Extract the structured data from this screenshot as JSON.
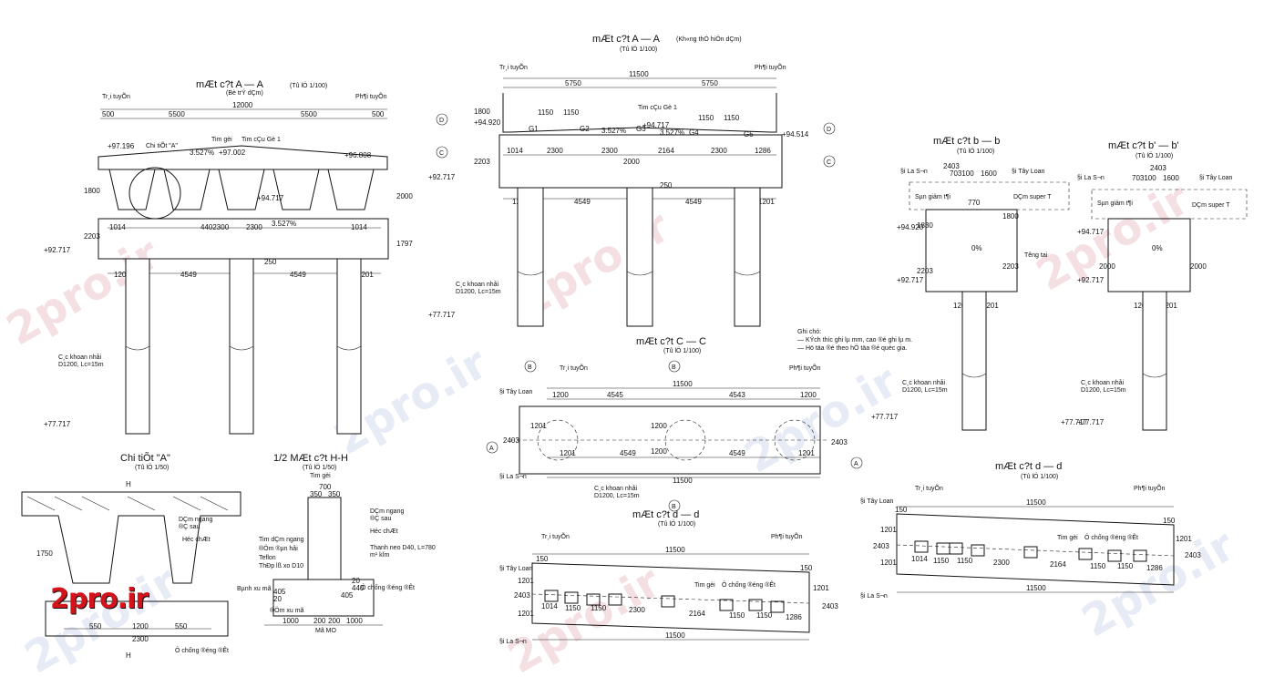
{
  "watermark": {
    "text": "2pro.ir"
  },
  "logo": {
    "text": "2pro.ir"
  },
  "views": {
    "aa_left": {
      "title": "mÆt c?t A — A",
      "scale": "(Tû lÖ 1/100)",
      "subtitle": "(Bè trÝ dÇm)",
      "left_dir": "Tr¸i tuyÕn",
      "right_dir": "Ph¶i tuyÕn",
      "dims_top": [
        "500",
        "5500",
        "5500",
        "500"
      ],
      "dim_total": "12000",
      "dims_bottom": [
        "1014",
        "4402300",
        "2300",
        "1014"
      ],
      "elevations": [
        "+97.196",
        "+97.002",
        "+96.808",
        "+94.717",
        "+92.717",
        "+77.717",
        "+77.717"
      ],
      "slopes": [
        "3.527%",
        "3.527%"
      ],
      "notes": [
        "Tim gèi",
        "Tim cÇu Gè 1",
        "Chi tiÕt \"A\""
      ],
      "pile_dims": [
        "1201",
        "4549",
        "4549",
        "1201"
      ],
      "pile_note": [
        "C¸c khoan nhåi",
        "D1200, Lc=15m"
      ],
      "side_dims": [
        "1800",
        "2203",
        "1797",
        "2000",
        "250"
      ]
    },
    "aa_mid": {
      "title": "mÆt c?t A — A",
      "subtitle_inline": "(Kh«ng thÓ hiÖn dÇm)",
      "scale": "(Tû lÖ 1/100)",
      "left_dir": "Tr¸i tuyÕn",
      "right_dir": "Ph¶i tuyÕn",
      "dim_total": "11500",
      "dims_top": [
        "5750",
        "5750"
      ],
      "girders": [
        "G1",
        "G2",
        "G3",
        "G4",
        "G5"
      ],
      "dims_mid": [
        "1150",
        "1150",
        "1150",
        "1150"
      ],
      "dims_bottom": [
        "1014",
        "2300",
        "2300",
        "2164",
        "2300",
        "1286"
      ],
      "elevations": [
        "+94.920",
        "+94.717",
        "+94.514",
        "+92.717",
        "+77.717"
      ],
      "slopes": [
        "3.527%",
        "3.527%"
      ],
      "notes": [
        "Tim cÇu Gè 1"
      ],
      "pile_dims": [
        "1201",
        "4549",
        "4549",
        "1201"
      ],
      "pile_note": [
        "C¸c khoan nhåi",
        "D1200, Lc=15m"
      ],
      "side_dims": [
        "1800",
        "2203",
        "2000",
        "250"
      ],
      "axis_marks": [
        "D",
        "C",
        "D",
        "C"
      ]
    },
    "bb": {
      "title": "mÆt c?t b — b",
      "scale": "(Tû lÖ 1/100)",
      "labels": [
        "§i La S¬n",
        "§i Tây Loan",
        "Sµn giảm t¶i",
        "DÇm super T",
        "T­êng tai"
      ],
      "dims": [
        "2403",
        "703100",
        "1600",
        "1830",
        "2203",
        "1800",
        "2203",
        "1201",
        "1201",
        "770",
        "0%"
      ],
      "elevations": [
        "+94.920",
        "+92.717",
        "+77.717"
      ],
      "pile_note": [
        "C¸c khoan nhåi",
        "D1200, Lc=15m"
      ]
    },
    "bb2": {
      "title": "mÆt c?t b' — b'",
      "scale": "(Tû lÖ 1/100)",
      "labels": [
        "§i La S¬n",
        "§i Tây Loan",
        "Sµn giảm t¶i",
        "DÇm super T"
      ],
      "dims": [
        "2403",
        "703100",
        "1600",
        "2000",
        "2000",
        "1201",
        "1201",
        "0%"
      ],
      "elevations": [
        "+94.717",
        "+92.717",
        "+77.717"
      ],
      "pile_note": [
        "C¸c khoan nhåi",
        "D1200, Lc=15m"
      ]
    },
    "notes": {
      "heading": "Ghi chó:",
      "lines": [
        "— KÝch th­íc ghi lµ mm, cao ®é ghi lµ m.",
        "— Hö täa ®é theo hÖ täa ®é quèc gia."
      ]
    },
    "cc": {
      "title": "mÆt c?t C — C",
      "scale": "(Tû lÖ 1/100)",
      "left_dir": "Tr¸i tuyÕn",
      "right_dir": "Ph¶i tuyÕn",
      "dim_total": "11500",
      "dims_top": [
        "1200",
        "4545",
        "4543",
        "1200"
      ],
      "dims_bottom": [
        "1201",
        "4549",
        "4549",
        "1201"
      ],
      "side_dims": [
        "2403",
        "1201",
        "1200",
        "1200",
        "2403"
      ],
      "side_labels": [
        "§i Tây Loan",
        "§i La S¬n"
      ],
      "axis_marks": [
        "B",
        "B",
        "B",
        "A",
        "A"
      ],
      "pile_note": [
        "C¸c khoan nhåi",
        "D1200, Lc=15m"
      ]
    },
    "dd_bottom": {
      "title": "mÆt c?t d — d",
      "scale": "(Tû lÖ 1/100)",
      "left_dir": "Tr¸i tuyÕn",
      "right_dir": "Ph¶i tuyÕn",
      "dim_total": "11500",
      "dims_bottom": [
        "1014",
        "1150",
        "1150",
        "2300",
        "2164",
        "1150",
        "1150",
        "1286"
      ],
      "side_dims": [
        "150",
        "1201",
        "2403",
        "1201",
        "150",
        "1201",
        "2403"
      ],
      "notes": [
        "Tim gèi",
        "Ô chống ®éng ®Êt"
      ],
      "side_labels": [
        "§i Tây Loan",
        "§i La S¬n"
      ]
    },
    "dd_right": {
      "title": "mÆt c?t d — d",
      "scale": "(Tû lÖ 1/100)",
      "left_dir": "Tr¸i tuyÕn",
      "right_dir": "Ph¶i tuyÕn",
      "dim_total": "11500",
      "dims_bottom": [
        "1014",
        "1150",
        "1150",
        "2300",
        "2164",
        "1150",
        "1150",
        "1286"
      ],
      "side_dims": [
        "150",
        "1201",
        "2403",
        "1201",
        "150",
        "1201",
        "2403"
      ],
      "notes": [
        "Tim gèi",
        "Ô chống ®éng ®Êt"
      ],
      "side_labels": [
        "§i Tây Loan",
        "§i La S¬n"
      ]
    },
    "detail_a": {
      "title": "Chi tiÕt \"A\"",
      "scale": "(Tû lÖ 1/50)",
      "labels": [
        "DÇm ngang",
        "®Ç sau",
        "Héc chÆt",
        "Ô chống ®éng ®Êt"
      ],
      "dims": [
        "1750",
        "550",
        "1200",
        "550",
        "2300"
      ],
      "section_mark": "H"
    },
    "hh": {
      "title": "1/2 MÆt c?t H-H",
      "scale": "(Tû lÖ 1/50)",
      "labels": [
        "Tim gèi",
        "DÇm ngang",
        "®Ç sau",
        "Héc chÆt",
        "Thanh neo D40, L=780",
        "m¹ kÏm",
        "Tim dÇm ngang",
        "®Öm ®µn håi",
        "Teflon",
        "ThÐp lß xo D10",
        "Bµnh xu mã",
        "Ô chống ®éng ®Êt",
        "Mã MO",
        "®Öm xu mã"
      ],
      "dims": [
        "700",
        "350",
        "350",
        "405",
        "20",
        "1000",
        "200",
        "200",
        "1000",
        "440",
        "20",
        "405"
      ]
    }
  }
}
